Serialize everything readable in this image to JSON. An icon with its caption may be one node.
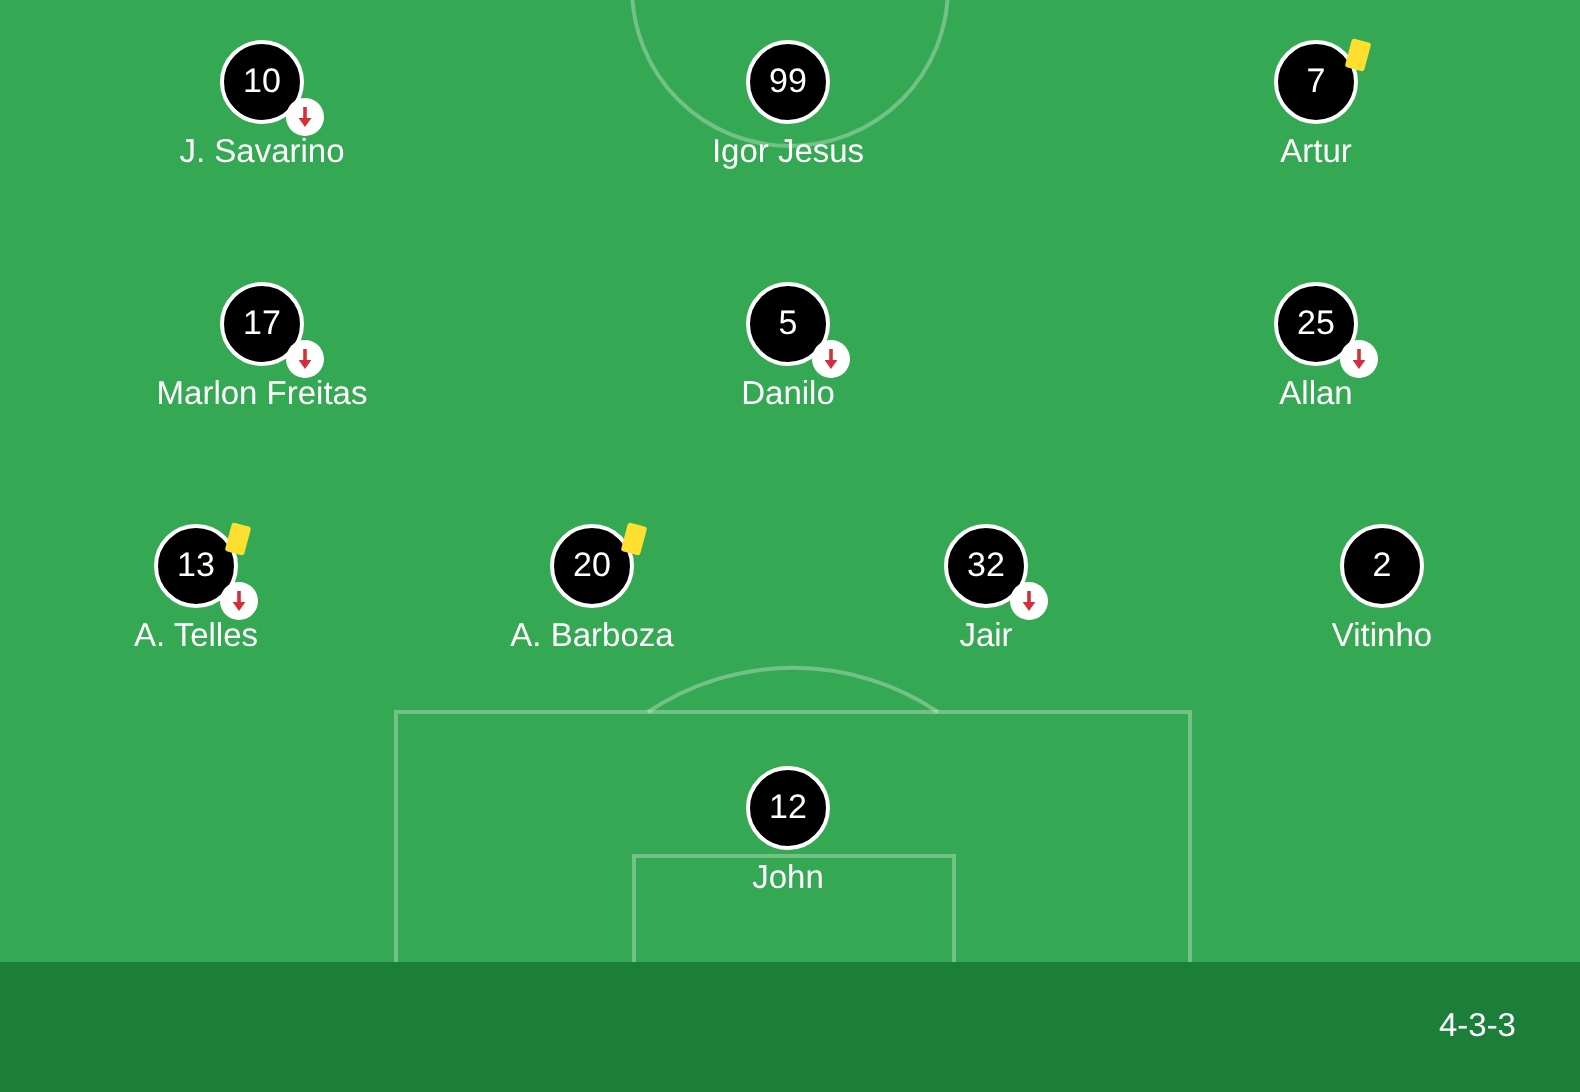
{
  "diagram": {
    "nodes": [
      {
        "text": [
          "10",
          "J. Savarino"
        ]
      },
      {
        "text": [
          "99",
          "Igor Jesus"
        ]
      },
      {
        "text": [
          "7",
          "Artur"
        ]
      },
      {
        "text": [
          "17",
          "Marlon Freitas"
        ]
      },
      {
        "text": [
          "5",
          "Danilo"
        ]
      },
      {
        "text": [
          "25",
          "Allan"
        ]
      },
      {
        "text": [
          "13",
          "A. Telles"
        ]
      },
      {
        "text": [
          "20",
          "A. Barboza"
        ]
      },
      {
        "text": [
          "32",
          "Jair"
        ]
      },
      {
        "text": [
          "2",
          "Vitinho"
        ]
      },
      {
        "text": [
          "12",
          "John"
        ]
      },
      {
        "text": [
          "4-3-3"
        ]
      }
    ]
  }
}
